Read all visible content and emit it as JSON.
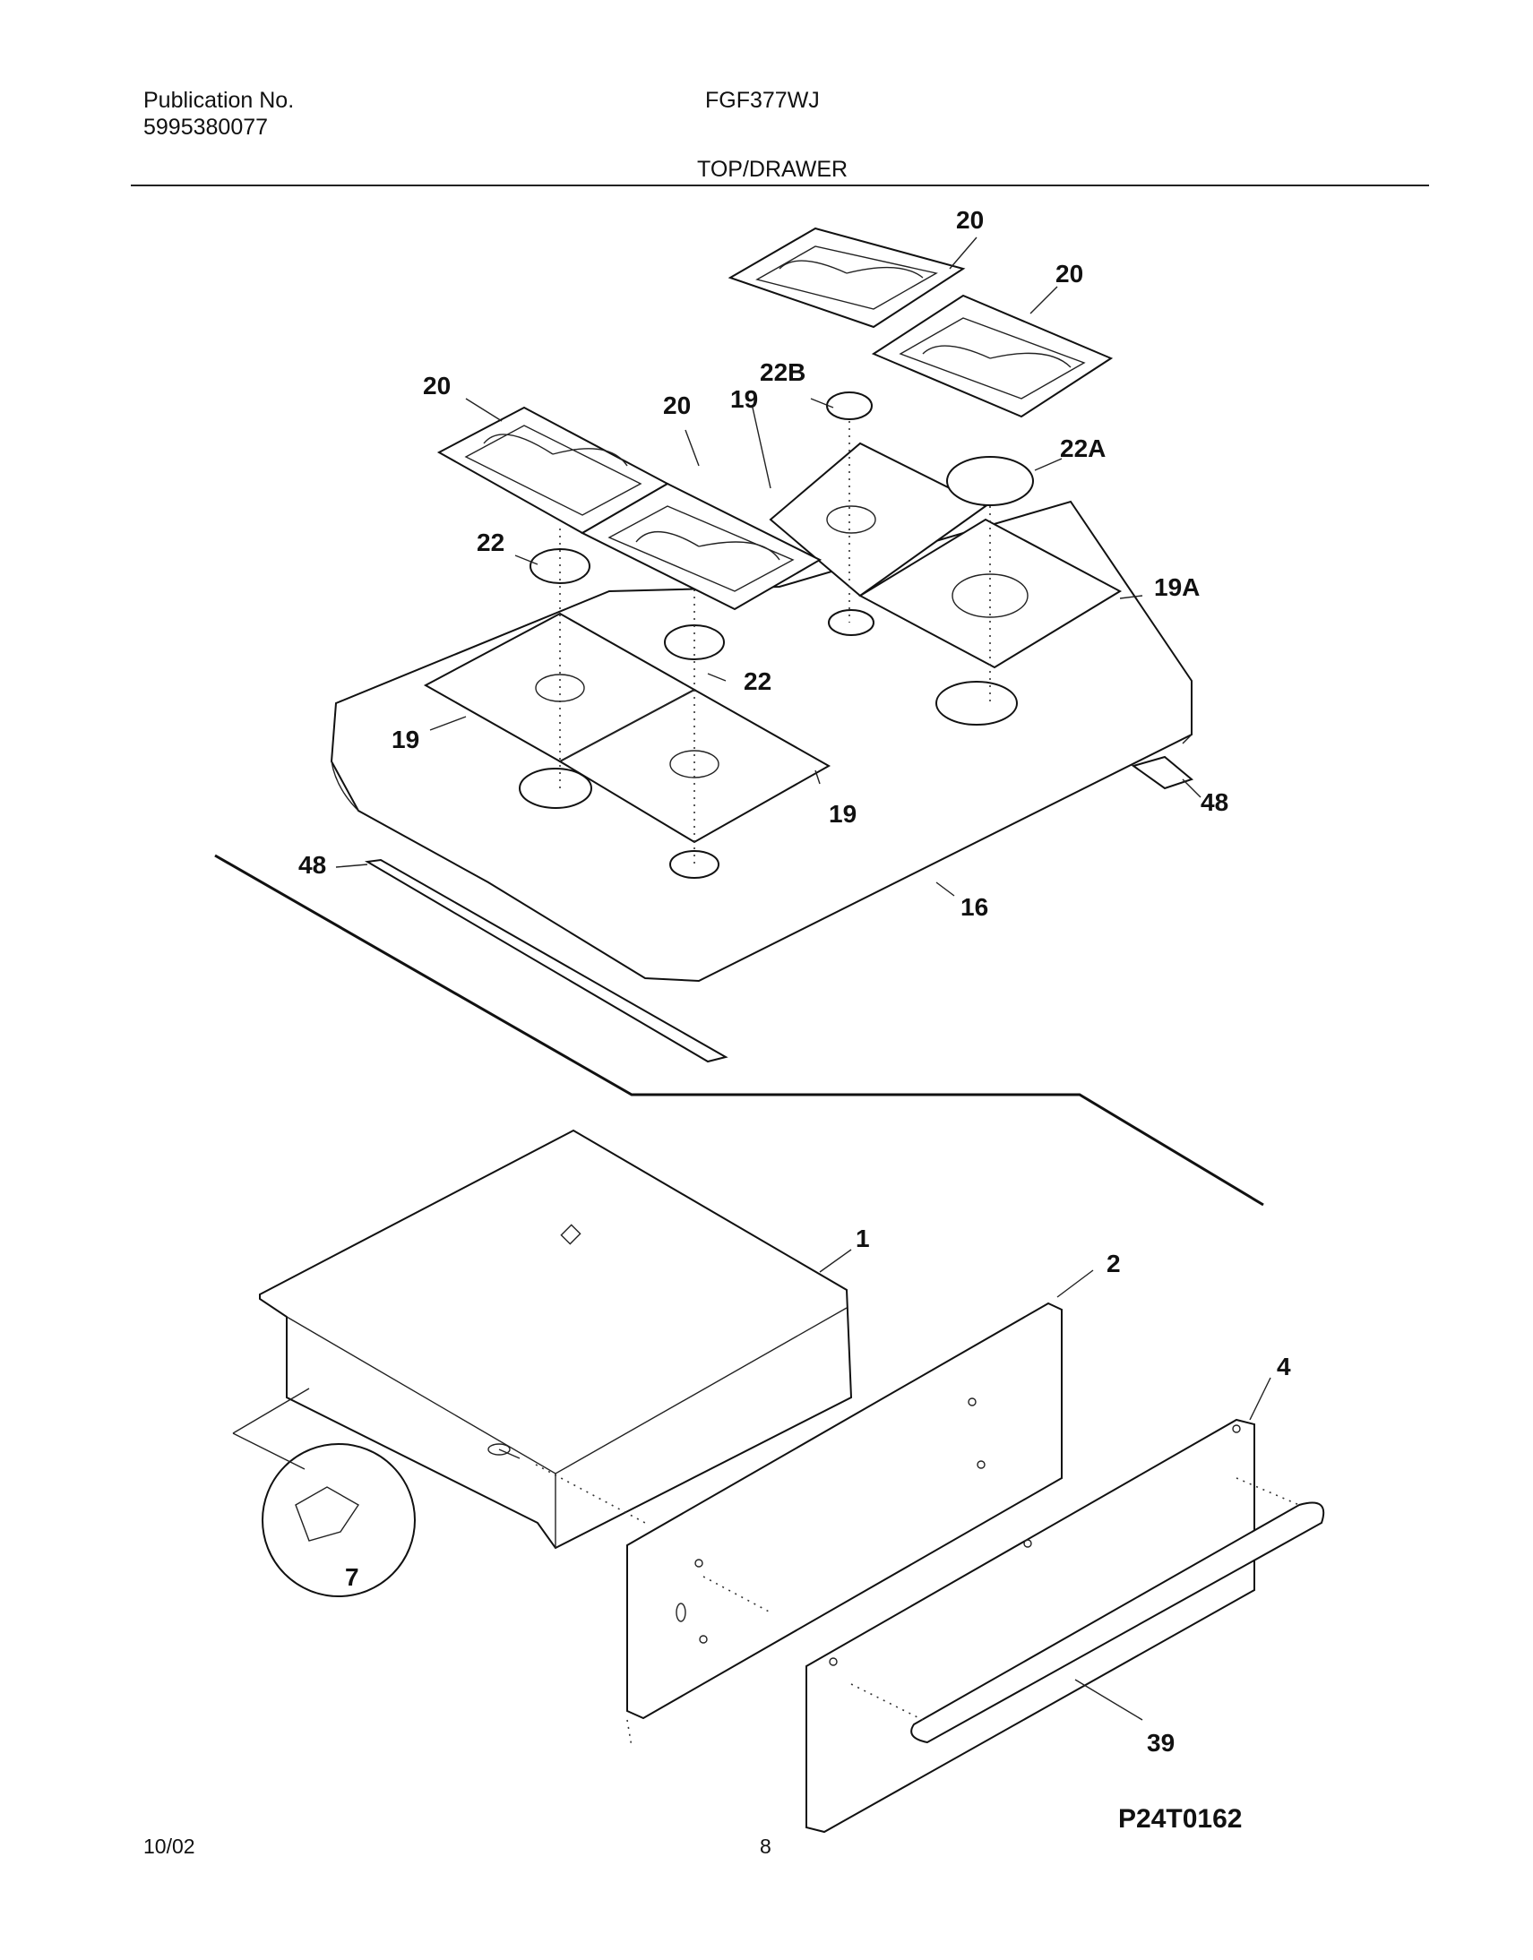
{
  "header": {
    "publication_label": "Publication No.",
    "publication_number": "5995380077",
    "model": "FGF377WJ",
    "section": "TOP/DRAWER"
  },
  "callouts": {
    "grate_1": "20",
    "grate_2": "20",
    "grate_3": "20",
    "grate_4": "20",
    "cap_22B": "22B",
    "shield_19_top": "19",
    "cap_22A": "22A",
    "cap_22_left": "22",
    "shield_19A": "19A",
    "cap_22_mid": "22",
    "shield_19_left": "19",
    "shield_19_right": "19",
    "trim_48_right": "48",
    "trim_48_left": "48",
    "maintop_16": "16",
    "drawer_body_1": "1",
    "drawer_front_2": "2",
    "drawer_panel_4": "4",
    "clip_7": "7",
    "handle_39": "39"
  },
  "footer": {
    "figure_id": "P24T0162",
    "date": "10/02",
    "page": "8"
  }
}
